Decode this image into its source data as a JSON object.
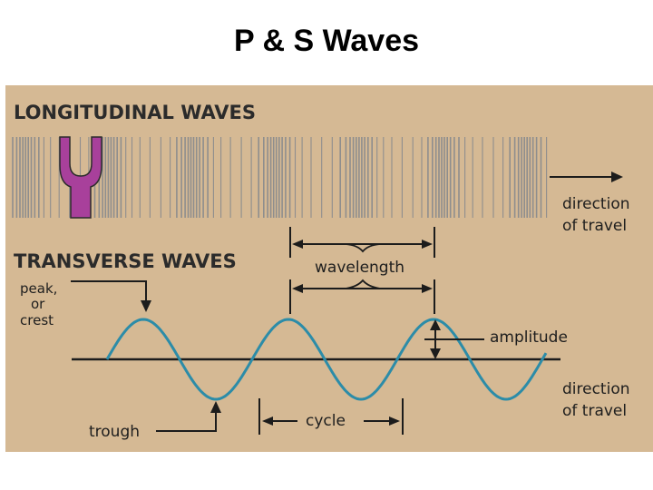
{
  "slide": {
    "title": "P & S Waves"
  },
  "diagram": {
    "background": "#d5b994",
    "line_color": "#1c1c1c",
    "compression_color": "#8e8e8e",
    "fork_color": "#a8409b",
    "wave_color": "#2c8ca8",
    "longitudinal": {
      "heading": "LONGITUDINAL WAVES",
      "direction_line1": "direction",
      "direction_line2": "of travel"
    },
    "transverse": {
      "heading": "TRANSVERSE WAVES",
      "peak_line1": "peak,",
      "peak_line2": "or",
      "peak_line3": "crest",
      "wavelength_label": "wavelength",
      "amplitude_label": "amplitude",
      "direction_line1": "direction",
      "direction_line2": "of travel",
      "trough_label": "trough",
      "cycle_label": "cycle"
    }
  }
}
